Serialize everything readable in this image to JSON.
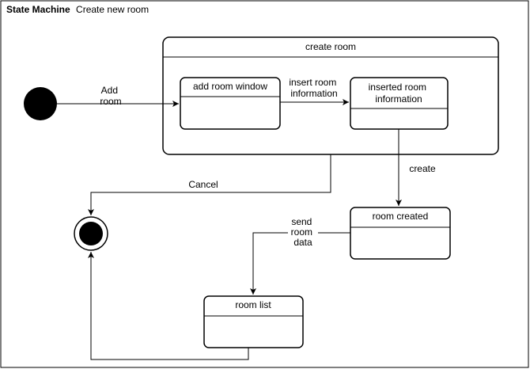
{
  "frame": {
    "title_keyword": "State Machine",
    "title_name": "Create new room"
  },
  "states": {
    "create_room": {
      "label": "create room"
    },
    "add_room_window": {
      "label": "add room window"
    },
    "inserted_room_information": {
      "label_lines": [
        "inserted room",
        "information"
      ]
    },
    "room_created": {
      "label": "room created"
    },
    "room_list": {
      "label": "room list"
    }
  },
  "transitions": {
    "add_room": {
      "label_lines": [
        "Add",
        "room"
      ]
    },
    "insert_room_information": {
      "label_lines": [
        "insert room",
        "information"
      ]
    },
    "create": {
      "label": "create"
    },
    "cancel": {
      "label": "Cancel"
    },
    "send_room_data": {
      "label_lines": [
        "send",
        "room",
        "data"
      ]
    }
  },
  "colors": {
    "stroke": "#000000",
    "fill": "#ffffff",
    "text": "#000000"
  }
}
